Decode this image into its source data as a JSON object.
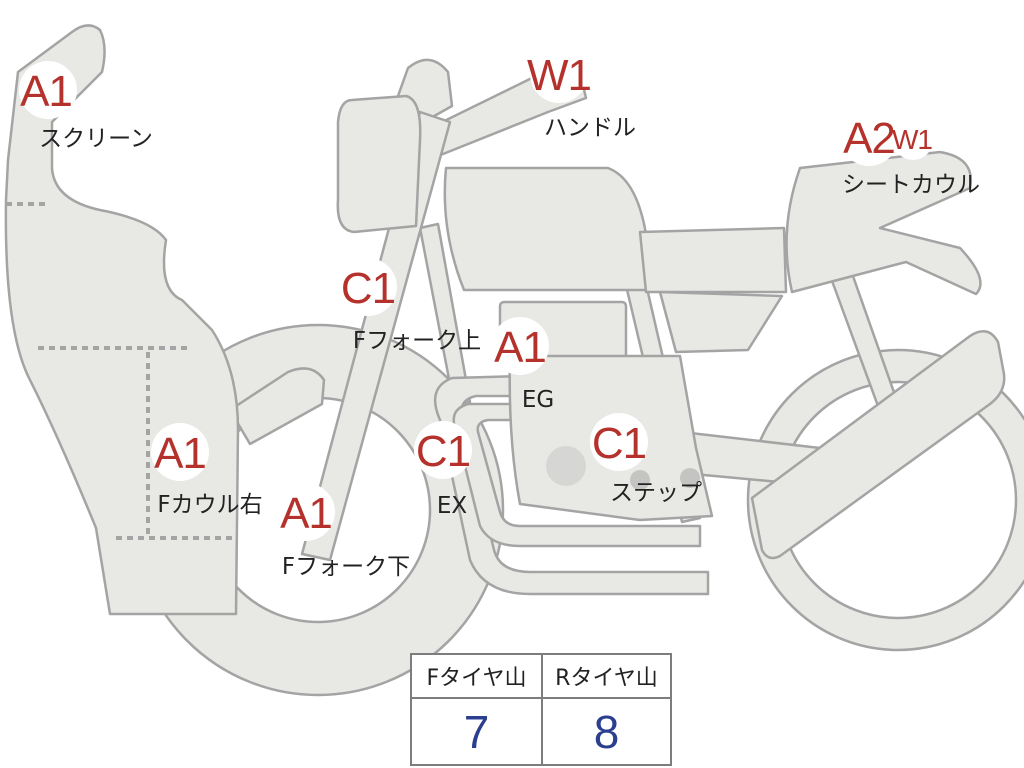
{
  "colors": {
    "body": "#e8e8e5",
    "outline": "#a3a4a3",
    "code": "#b5322c",
    "value": "#2b3f8f"
  },
  "markers": {
    "screen": {
      "code": "A1",
      "label": "スクリーン"
    },
    "handle": {
      "code": "W1",
      "label": "ハンドル"
    },
    "seat_cowl": {
      "code": "A2",
      "code2": "W1",
      "label": "シートカウル"
    },
    "fork_upper": {
      "code": "C1",
      "label": "Fフォーク上"
    },
    "engine": {
      "code": "A1",
      "label": "EG"
    },
    "cowl_right": {
      "code": "A1",
      "label": "Fカウル右"
    },
    "exhaust": {
      "code": "C1",
      "label": "EX"
    },
    "step": {
      "code": "C1",
      "label": "ステップ"
    },
    "fork_lower": {
      "code": "A1",
      "label": "Fフォーク下"
    }
  },
  "tread_table": {
    "headers": [
      "Fタイヤ山",
      "Rタイヤ山"
    ],
    "values": [
      "7",
      "8"
    ]
  }
}
